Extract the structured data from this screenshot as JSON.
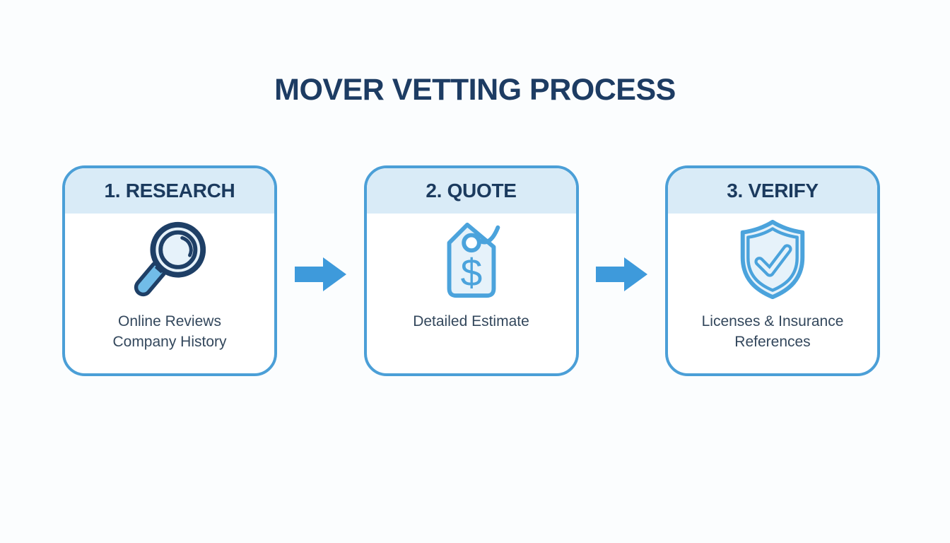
{
  "title": "MOVER VETTING PROCESS",
  "steps": [
    {
      "header": "1. RESEARCH",
      "icon": "magnifier-icon",
      "details": [
        "Online Reviews",
        "Company History"
      ]
    },
    {
      "header": "2. QUOTE",
      "icon": "price-tag-icon",
      "details": [
        "Detailed Estimate"
      ]
    },
    {
      "header": "3. VERIFY",
      "icon": "shield-check-icon",
      "details": [
        "Licenses & Insurance",
        "References"
      ]
    }
  ],
  "icons": {
    "arrow": "right-arrow-icon"
  },
  "colors": {
    "background": "#FBFDFE",
    "title_text": "#1D3C63",
    "card_border": "#4B9FD7",
    "card_header_bg": "#D9EBF7",
    "card_header_text": "#1B3A5E",
    "card_body_bg": "#FFFFFF",
    "detail_text": "#33475C",
    "arrow": "#3E9ADB",
    "icon_blue": "#4BA3DC",
    "icon_fill_light": "#E6F2FA",
    "icon_navy": "#1E3F66",
    "icon_handle_blue": "#71BCE8"
  }
}
